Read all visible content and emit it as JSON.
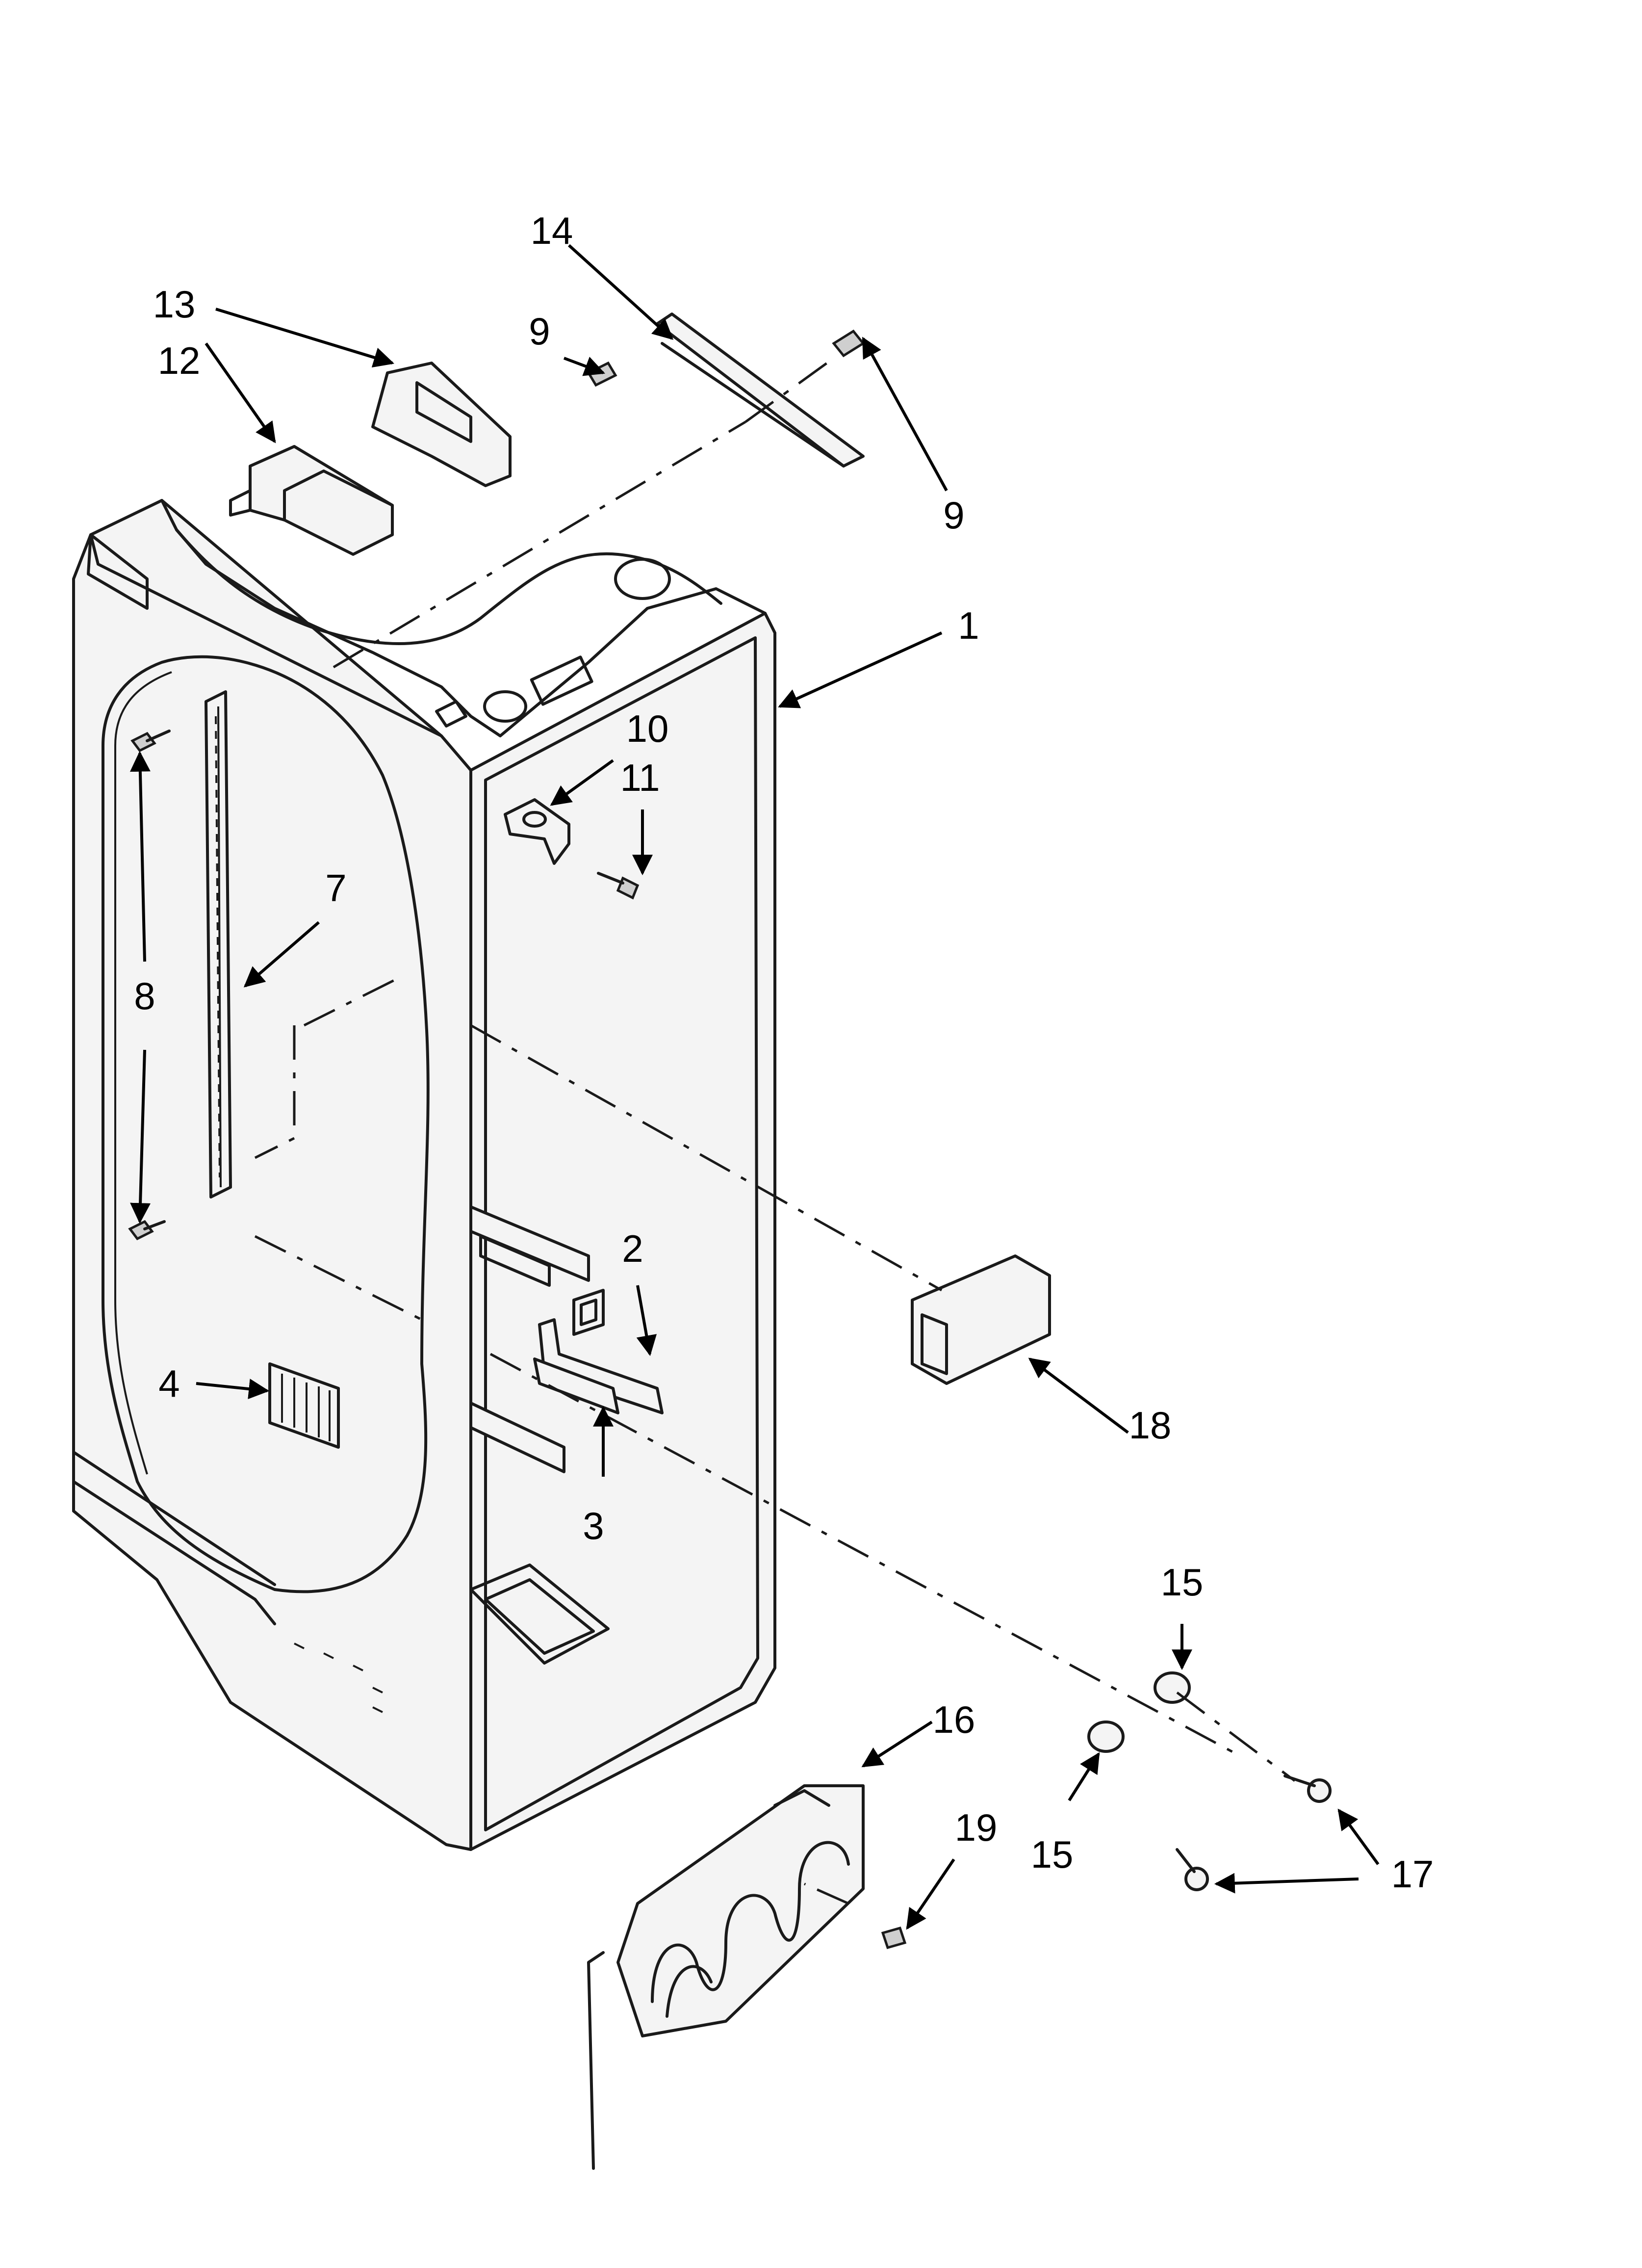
{
  "diagram": {
    "callouts": [
      {
        "id": "c1",
        "text": "1"
      },
      {
        "id": "c2",
        "text": "2"
      },
      {
        "id": "c3",
        "text": "3"
      },
      {
        "id": "c4",
        "text": "4"
      },
      {
        "id": "c7",
        "text": "7"
      },
      {
        "id": "c8",
        "text": "8"
      },
      {
        "id": "c9a",
        "text": "9"
      },
      {
        "id": "c9b",
        "text": "9"
      },
      {
        "id": "c10",
        "text": "10"
      },
      {
        "id": "c11",
        "text": "11"
      },
      {
        "id": "c12",
        "text": "12"
      },
      {
        "id": "c13",
        "text": "13"
      },
      {
        "id": "c14",
        "text": "14"
      },
      {
        "id": "c15a",
        "text": "15"
      },
      {
        "id": "c15b",
        "text": "15"
      },
      {
        "id": "c16",
        "text": "16"
      },
      {
        "id": "c17",
        "text": "17"
      },
      {
        "id": "c18",
        "text": "18"
      },
      {
        "id": "c19",
        "text": "19"
      }
    ]
  }
}
